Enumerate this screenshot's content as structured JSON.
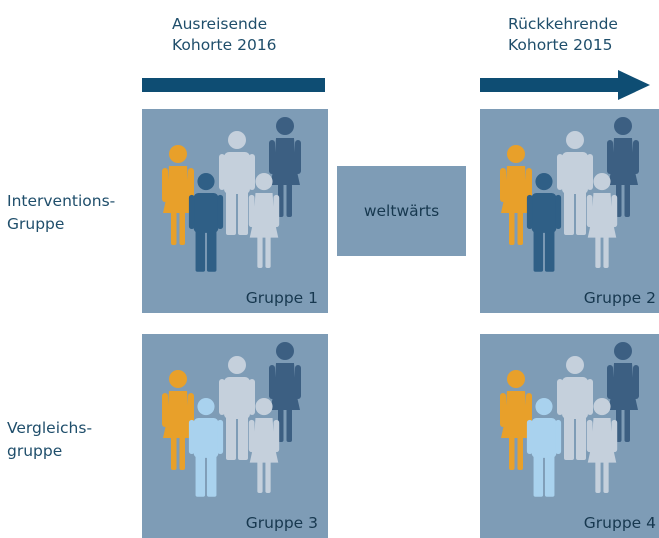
{
  "columns": {
    "left_heading": [
      "Ausreisende",
      "Kohorte 2016"
    ],
    "right_heading": [
      "Rückkehrende",
      "Kohorte 2015"
    ]
  },
  "rows": {
    "top_label": [
      "Interventions-",
      "Gruppe"
    ],
    "bottom_label": [
      "Vergleichs-",
      "gruppe"
    ]
  },
  "center_box": "weltwärts",
  "groups": [
    "Gruppe 1",
    "Gruppe 2",
    "Gruppe 3",
    "Gruppe 4"
  ],
  "colors": {
    "panel": "#7e9cb6",
    "arrow": "#0e4d73",
    "orange": "#e8a02a",
    "dark_blue": "#2f5f86",
    "light_gray": "#c5d0dc",
    "light_blue": "#a9d2ee",
    "navy_woman": "#3c5f82"
  }
}
